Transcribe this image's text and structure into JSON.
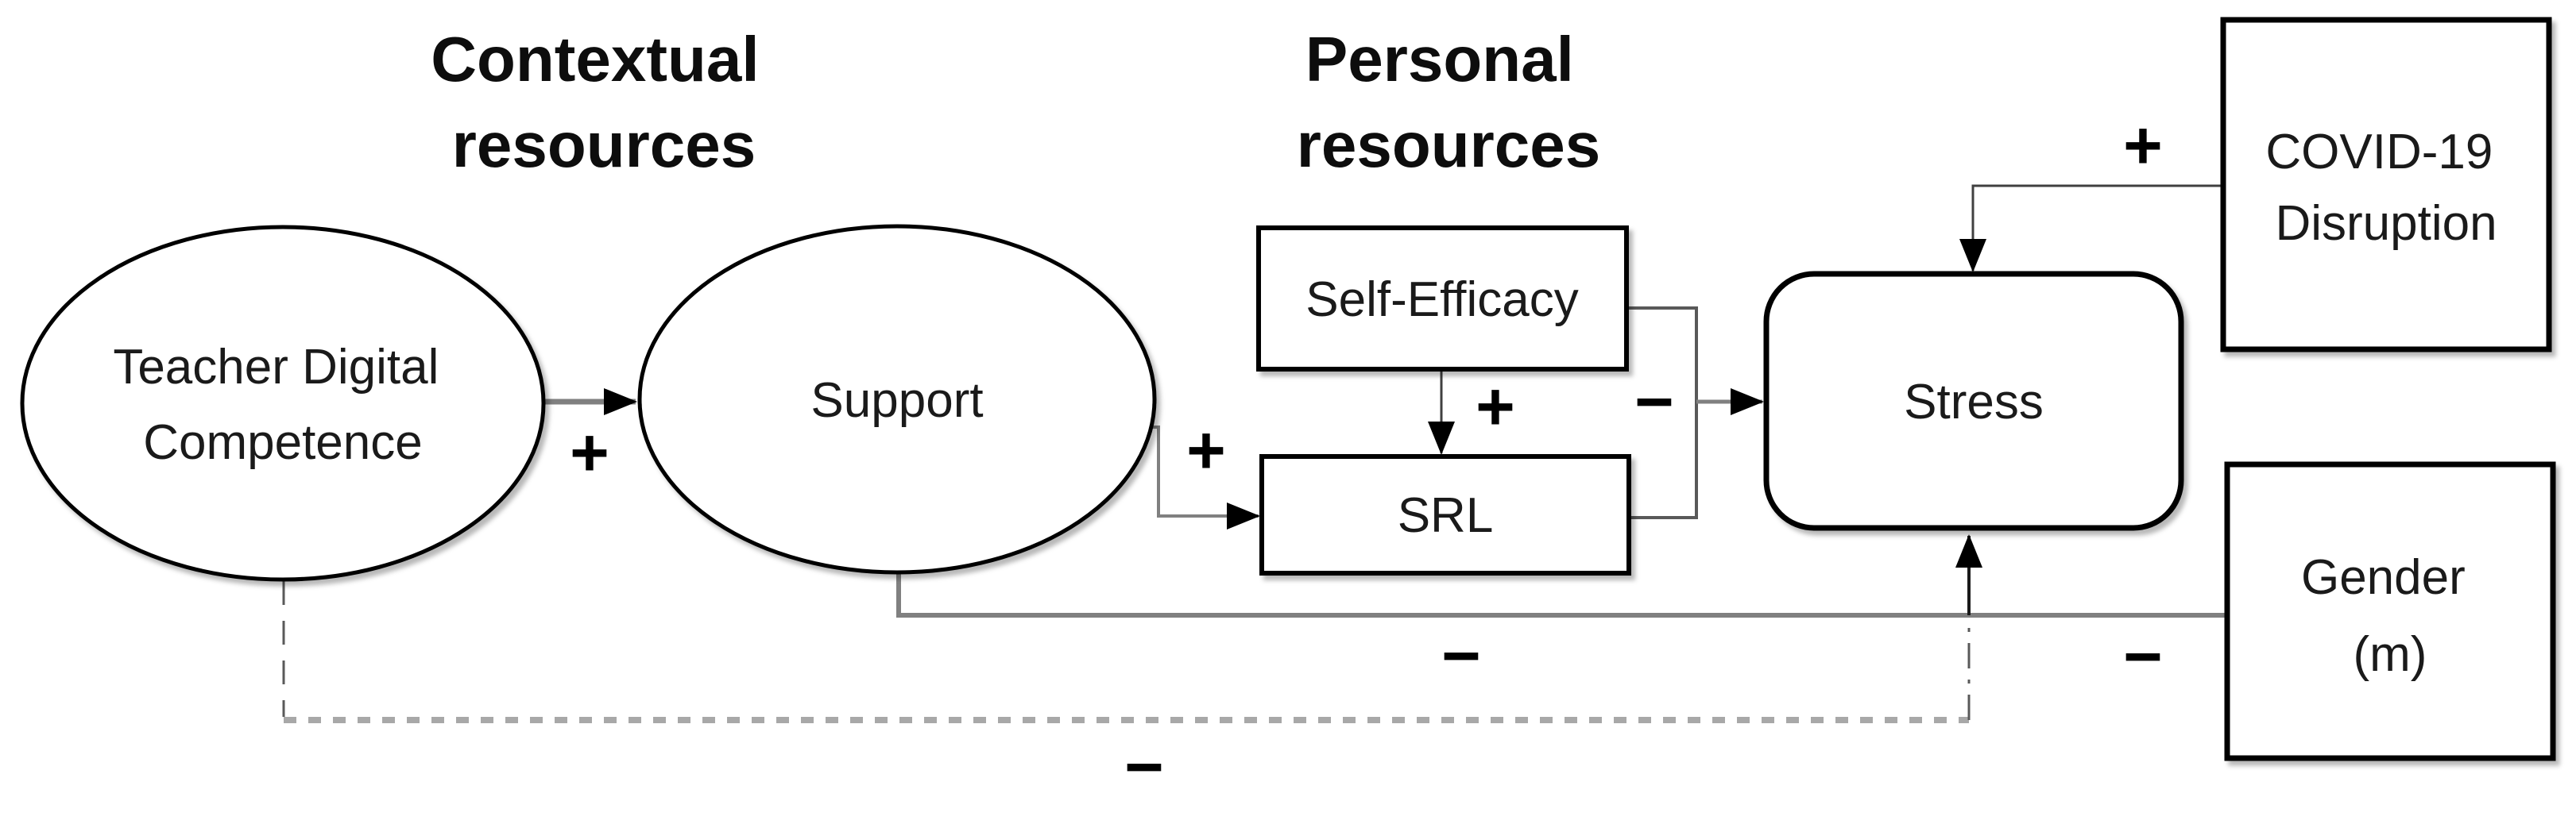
{
  "diagram_type": "structural path model",
  "groups": {
    "contextual": {
      "line1": "Contextual",
      "line2": "resources"
    },
    "personal": {
      "line1": "Personal",
      "line2": "resources"
    }
  },
  "nodes": {
    "tdc": {
      "shape": "ellipse",
      "label_line1": "Teacher Digital",
      "label_line2": "Competence"
    },
    "support": {
      "shape": "ellipse",
      "label": "Support"
    },
    "self_efficacy": {
      "shape": "rect",
      "label": "Self-Efficacy"
    },
    "srl": {
      "shape": "rect",
      "label": "SRL"
    },
    "stress": {
      "shape": "rounded-rect",
      "label": "Stress"
    },
    "covid": {
      "shape": "rect",
      "label_line1": "COVID-19",
      "label_line2": "Disruption"
    },
    "gender": {
      "shape": "rect",
      "label_line1": "Gender",
      "label_line2": "(m)"
    }
  },
  "edges": [
    {
      "id": "tdc-support",
      "from": "Teacher Digital Competence",
      "to": "Support",
      "sign": "+",
      "style": "solid"
    },
    {
      "id": "support-srl",
      "from": "Support",
      "to": "SRL",
      "sign": "+",
      "style": "solid"
    },
    {
      "id": "selfefficacy-srl",
      "from": "Self-Efficacy",
      "to": "SRL",
      "sign": "+",
      "style": "solid"
    },
    {
      "id": "selfefficacy-srl-stress",
      "from": "Self-Efficacy / SRL",
      "to": "Stress",
      "sign": "−",
      "style": "solid"
    },
    {
      "id": "covid-stress",
      "from": "COVID-19 Disruption",
      "to": "Stress",
      "sign": "+",
      "style": "solid"
    },
    {
      "id": "support-stress",
      "from": "Support",
      "to": "Stress",
      "sign": "−",
      "style": "solid"
    },
    {
      "id": "gender-stress",
      "from": "Gender (m)",
      "to": "Stress",
      "sign": "−",
      "style": "solid"
    },
    {
      "id": "tdc-stress-indirect",
      "from": "Teacher Digital Competence",
      "to": "Stress",
      "sign": "−",
      "style": "dashed"
    }
  ],
  "colors": {
    "background": "#ffffff",
    "node_border": "#000000",
    "text": "#1a1a1a",
    "connector_gray": "#808080",
    "connector_dark": "#595959",
    "connector_thin": "#404040",
    "dashed_line": "#a8a8a8"
  }
}
